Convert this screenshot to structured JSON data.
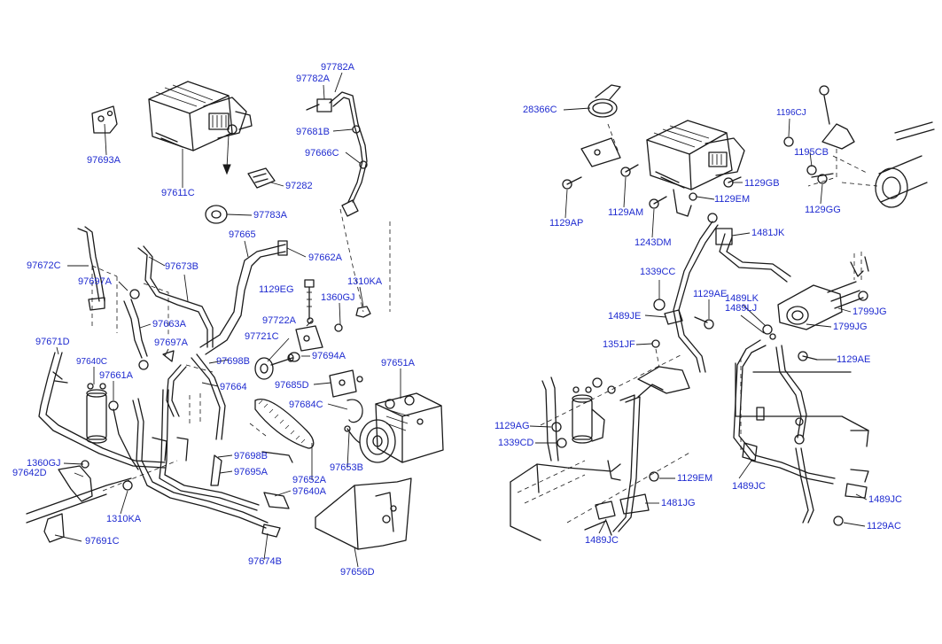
{
  "colors": {
    "label": "#1f2bd0",
    "line": "#1a1a1a",
    "background": "#ffffff"
  },
  "labels": [
    {
      "id": "l01",
      "text": "97782A"
    },
    {
      "id": "l02",
      "text": "97782A"
    },
    {
      "id": "l03",
      "text": "97681B"
    },
    {
      "id": "l04",
      "text": "97666C"
    },
    {
      "id": "l05",
      "text": "97693A"
    },
    {
      "id": "l06",
      "text": "97611C"
    },
    {
      "id": "l07",
      "text": "97282"
    },
    {
      "id": "l08",
      "text": "97783A"
    },
    {
      "id": "l09",
      "text": "97665"
    },
    {
      "id": "l10",
      "text": "97662A"
    },
    {
      "id": "l11",
      "text": "97672C"
    },
    {
      "id": "l12",
      "text": "97673B"
    },
    {
      "id": "l13",
      "text": "97697A"
    },
    {
      "id": "l14",
      "text": "1129EG"
    },
    {
      "id": "l15",
      "text": "1310KA"
    },
    {
      "id": "l16",
      "text": "1360GJ"
    },
    {
      "id": "l17",
      "text": "97663A"
    },
    {
      "id": "l18",
      "text": "97722A"
    },
    {
      "id": "l19",
      "text": "97697A"
    },
    {
      "id": "l20",
      "text": "97721C"
    },
    {
      "id": "l21",
      "text": "97671D"
    },
    {
      "id": "l22",
      "text": "97698B"
    },
    {
      "id": "l23",
      "text": "97694A"
    },
    {
      "id": "l24",
      "text": "97651A"
    },
    {
      "id": "l25",
      "text": "97640C"
    },
    {
      "id": "l26",
      "text": "97661A"
    },
    {
      "id": "l27",
      "text": "97664"
    },
    {
      "id": "l28",
      "text": "97685D"
    },
    {
      "id": "l29",
      "text": "97684C"
    },
    {
      "id": "l30",
      "text": "1360GJ"
    },
    {
      "id": "l31",
      "text": "97642D"
    },
    {
      "id": "l32",
      "text": "97698B"
    },
    {
      "id": "l33",
      "text": "97695A"
    },
    {
      "id": "l34",
      "text": "97652A"
    },
    {
      "id": "l35",
      "text": "97653B"
    },
    {
      "id": "l36",
      "text": "97640A"
    },
    {
      "id": "l37",
      "text": "1310KA"
    },
    {
      "id": "l38",
      "text": "97691C"
    },
    {
      "id": "l39",
      "text": "97674B"
    },
    {
      "id": "l40",
      "text": "97656D"
    },
    {
      "id": "r01",
      "text": "28366C"
    },
    {
      "id": "r02",
      "text": "1196CJ"
    },
    {
      "id": "r03",
      "text": "1195CB"
    },
    {
      "id": "r04",
      "text": "1129GB"
    },
    {
      "id": "r05",
      "text": "1129EM"
    },
    {
      "id": "r06",
      "text": "1129AP"
    },
    {
      "id": "r07",
      "text": "1129AM"
    },
    {
      "id": "r08",
      "text": "1129GG"
    },
    {
      "id": "r09",
      "text": "1243DM"
    },
    {
      "id": "r10",
      "text": "1481JK"
    },
    {
      "id": "r11",
      "text": "1339CC"
    },
    {
      "id": "r12",
      "text": "1129AE"
    },
    {
      "id": "r13",
      "text": "1489LK"
    },
    {
      "id": "r14",
      "text": "1489LJ"
    },
    {
      "id": "r15",
      "text": "1799JG"
    },
    {
      "id": "r16",
      "text": "1489JE"
    },
    {
      "id": "r17",
      "text": "1799JG"
    },
    {
      "id": "r18",
      "text": "1351JF"
    },
    {
      "id": "r19",
      "text": "1129AE"
    },
    {
      "id": "r20",
      "text": "1129AG"
    },
    {
      "id": "r21",
      "text": "1339CD"
    },
    {
      "id": "r22",
      "text": "1129EM"
    },
    {
      "id": "r23",
      "text": "1489JC"
    },
    {
      "id": "r24",
      "text": "1481JG"
    },
    {
      "id": "r25",
      "text": "1489JC"
    },
    {
      "id": "r26",
      "text": "1489JC"
    },
    {
      "id": "r27",
      "text": "1129AC"
    }
  ]
}
